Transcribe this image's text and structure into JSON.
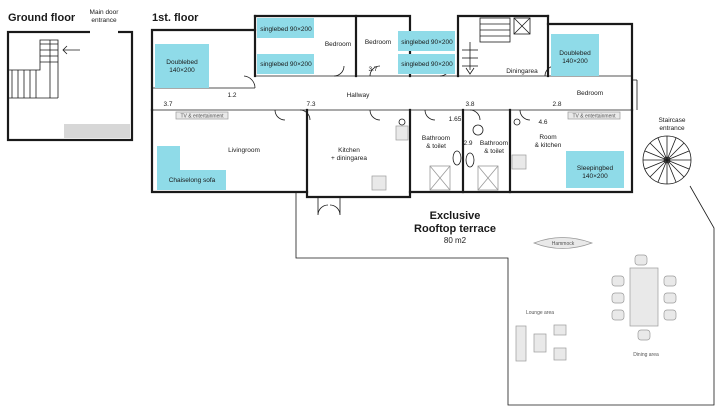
{
  "headings": {
    "ground_floor": "Ground floor",
    "main_door": [
      "Main door",
      "entrance"
    ],
    "first_floor": "1st. floor",
    "staircase": [
      "Staircase",
      "entrance"
    ]
  },
  "rooms": {
    "bedroom_left": "Bedroom",
    "bedroom_mid": "Bedroom",
    "diningarea": "Diningarea",
    "bedroom_right": "Bedroom",
    "hallway": "Hallway",
    "livingroom": "Livingroom",
    "kitchen": [
      "Kitchen",
      "+ diningarea"
    ],
    "bath1": [
      "Bathroom",
      "& toilet"
    ],
    "bath2": [
      "Bathroom",
      "& toilet"
    ],
    "room_kitchen": [
      "Room",
      "& kitchen"
    ]
  },
  "beds": {
    "doublebed_left": [
      "Doublebed",
      "140×200"
    ],
    "single_1": "singlebed 90×200",
    "single_2": "singlebed 90×200",
    "single_3": "singlebed 90×200",
    "single_4": "singlebed 90×200",
    "doublebed_right": [
      "Doublebed",
      "140×200"
    ],
    "chaiselong": "Chaiselong sofa",
    "sleepingbed": [
      "Sleepingbed",
      "140×200"
    ]
  },
  "dimensions": {
    "d1": "1.2",
    "d2": "3.7",
    "d3": "3.7",
    "d4": "7.3",
    "d5": "3.8",
    "d6": "2.8",
    "d7": "1.65",
    "d8": "2.9",
    "d9": "4.6"
  },
  "tv_labels": [
    "TV & entertainment",
    "TV & entertainment"
  ],
  "terrace": {
    "title": [
      "Exclusive",
      "Rooftop terrace"
    ],
    "area": "80 m2",
    "hammock": "Hammock",
    "lounge": "Lounge area",
    "dining": "Dining area"
  }
}
